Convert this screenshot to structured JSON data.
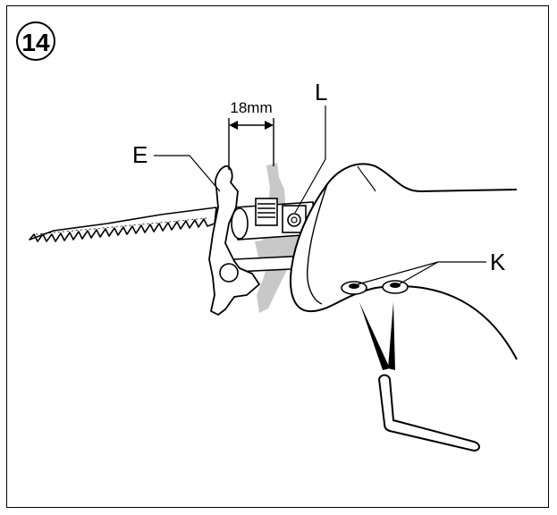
{
  "figure": {
    "number_badge": "14",
    "dimension_label": "18mm",
    "part_labels": {
      "E": "E",
      "L": "L",
      "K": "K"
    },
    "colors": {
      "stroke": "#000000",
      "ghost_blade": "#c8c8c8",
      "blade_fill": "#ffffff",
      "background": "#ffffff"
    },
    "icons": [
      "hex-key-icon",
      "saw-blade",
      "blade-clamp-lever",
      "tool-housing",
      "clamp-screws"
    ]
  }
}
